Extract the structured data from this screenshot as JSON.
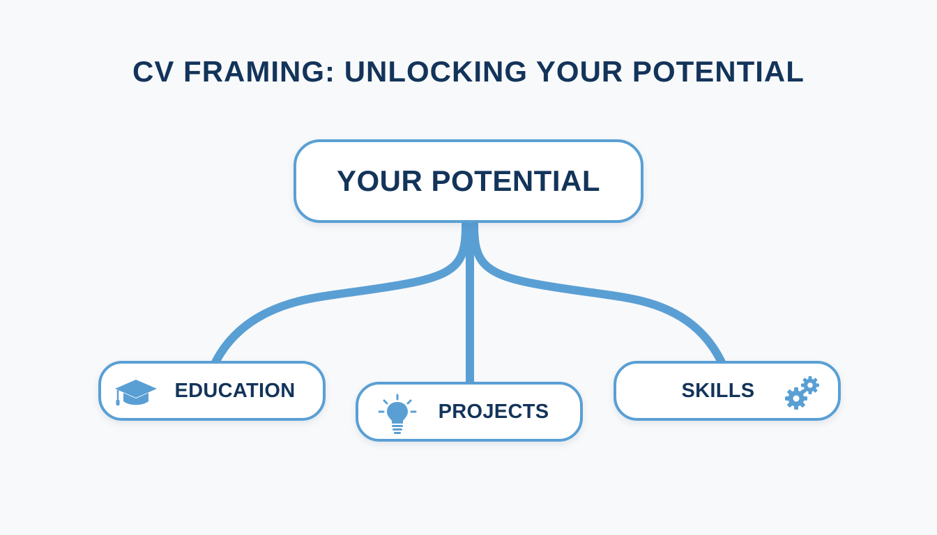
{
  "title": "CV FRAMING: UNLOCKING YOUR POTENTIAL",
  "root": {
    "label": "YOUR POTENTIAL"
  },
  "children": [
    {
      "label": "EDUCATION",
      "icon": "graduation-cap-icon"
    },
    {
      "label": "PROJECTS",
      "icon": "lightbulb-icon"
    },
    {
      "label": "SKILLS",
      "icon": "gears-icon"
    }
  ],
  "colors": {
    "background": "#f8f9fa",
    "text": "#13345a",
    "accent": "#5a9fd4",
    "node_fill": "#ffffff"
  }
}
